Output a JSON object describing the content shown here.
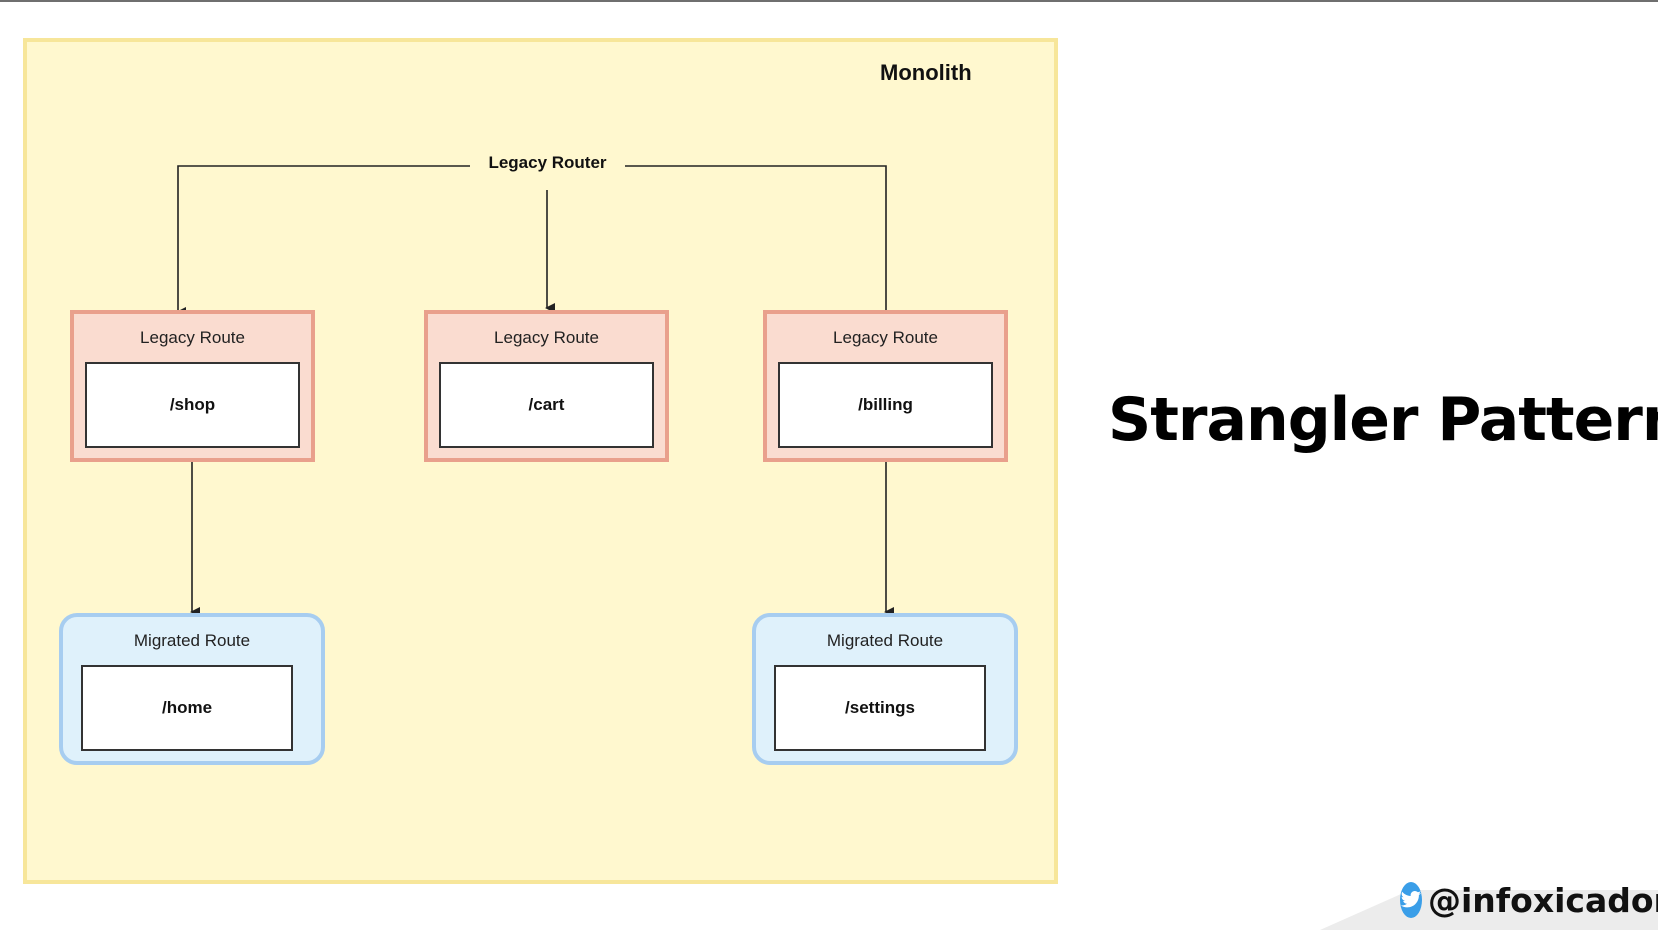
{
  "monolith": {
    "title": "Monolith"
  },
  "router": {
    "label": "Legacy Router"
  },
  "legacy_routes": [
    {
      "label": "Legacy Route",
      "path": "/shop"
    },
    {
      "label": "Legacy Route",
      "path": "/cart"
    },
    {
      "label": "Legacy Route",
      "path": "/billing"
    }
  ],
  "migrated_routes": [
    {
      "label": "Migrated Route",
      "path": "/home"
    },
    {
      "label": "Migrated Route",
      "path": "/settings"
    }
  ],
  "slide": {
    "title": "Strangler Pattern"
  },
  "footer": {
    "handle": "@infoxicador",
    "icon": "twitter-bird-icon"
  },
  "colors": {
    "monolith_fill": "#fff8cf",
    "monolith_border": "#f7e69a",
    "legacy_fill": "#fadcd0",
    "legacy_border": "#e9a08c",
    "migrated_fill": "#dff1fb",
    "migrated_border": "#a7cdf0",
    "twitter_blue": "#3a9ee8"
  }
}
